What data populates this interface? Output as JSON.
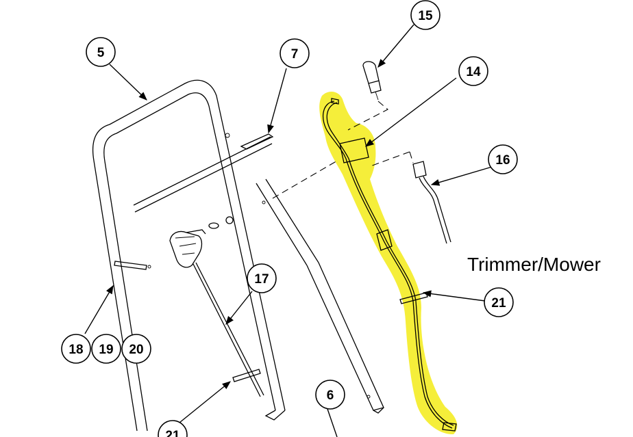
{
  "label": "Trimmer/Mower",
  "highlight_color": "#f5ee3a",
  "callouts": [
    {
      "id": "c5",
      "text": "5"
    },
    {
      "id": "c7",
      "text": "7"
    },
    {
      "id": "c14",
      "text": "14"
    },
    {
      "id": "c15",
      "text": "15"
    },
    {
      "id": "c16",
      "text": "16"
    },
    {
      "id": "c17",
      "text": "17"
    },
    {
      "id": "c18",
      "text": "18"
    },
    {
      "id": "c19",
      "text": "19"
    },
    {
      "id": "c20",
      "text": "20"
    },
    {
      "id": "c21a",
      "text": "21"
    },
    {
      "id": "c21b",
      "text": "21"
    },
    {
      "id": "c6",
      "text": "6"
    }
  ]
}
